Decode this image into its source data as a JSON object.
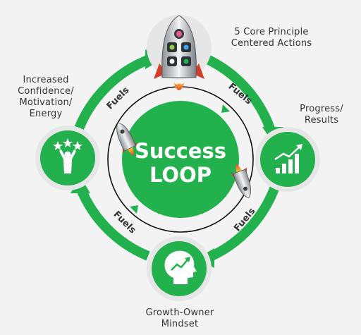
{
  "center": {
    "line1": "Success",
    "line2": "LOOP"
  },
  "nodes": {
    "top": {
      "label": "5 Core Principle\nCentered Actions",
      "icon": "rocket-icon"
    },
    "right": {
      "label": "Progress/\nResults",
      "icon": "bar-chart-growth-icon"
    },
    "bottom": {
      "label": "Growth-Owner\nMindset",
      "icon": "head-growth-icon"
    },
    "left": {
      "label": "Increased\nConfidence/\nMotivation/\nEnergy",
      "icon": "cheering-person-stars-icon"
    }
  },
  "arrow_labels": {
    "top_right": "Fuels",
    "bottom_right": "Fuels",
    "bottom_left": "Fuels",
    "top_left": "Fuels"
  },
  "colors": {
    "green": "#22b14c",
    "node_ring": "#e6e6e6",
    "text": "#333333",
    "orbit": "#111111",
    "flame": "#e8472a"
  }
}
